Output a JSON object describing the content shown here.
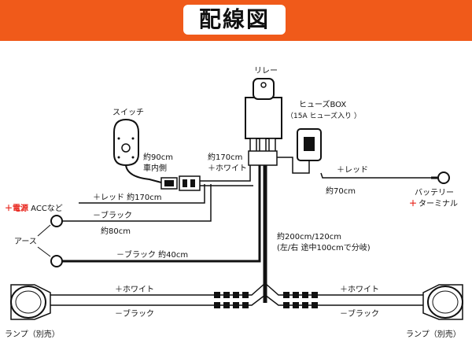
{
  "banner": {
    "title": "配線図",
    "color": "#f05a1a"
  },
  "labels": {
    "relay": "リレー",
    "switch": "スイッチ",
    "fuse_box_line1": "ヒューズBOX",
    "fuse_box_line2": "（15A ヒューズ入り ）",
    "cable_90": "約90cm",
    "cable_inside": "車内側",
    "cable_170": "約170cm",
    "cable_white": "＋ホワイト",
    "red_label": "＋レッド",
    "cable_70": "約70cm",
    "battery_line1": "バッテリー",
    "battery_plus": "＋",
    "battery_terminal": "ターミナル",
    "power_plus": "＋",
    "power_label": "電源",
    "power_acc": " ACCなど",
    "red_170": "＋レッド 約170cm",
    "black_label": "－ブラック",
    "cable_80": "約80cm",
    "earth": "アース",
    "black_40": "－ブラック 約40cm",
    "cable_200_line1": "約200cm/120cm",
    "cable_200_line2": "(左/右 途中100cmで分岐)",
    "left_white": "＋ホワイト",
    "left_black": "－ブラック",
    "right_white": "＋ホワイト",
    "right_black": "－ブラック",
    "lamp_left": "ランプ（別売）",
    "lamp_right": "ランプ（別売）"
  },
  "colors": {
    "accent_red": "#e8231a",
    "wire": "#111111"
  }
}
